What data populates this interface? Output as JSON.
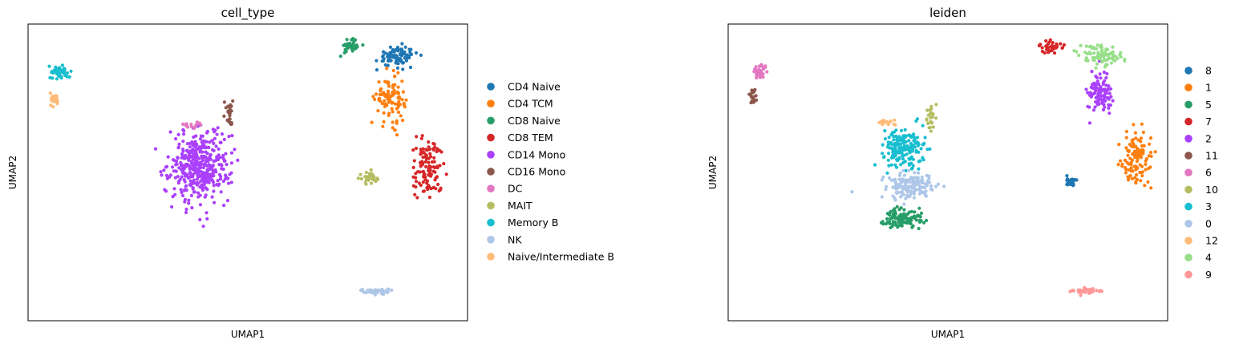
{
  "chart_data": [
    {
      "type": "scatter",
      "title": "cell_type",
      "xlabel": "UMAP1",
      "ylabel": "UMAP2",
      "grid": false,
      "ticks": false,
      "legend_position": "right",
      "xlim": [
        0,
        10
      ],
      "ylim": [
        0,
        6.5
      ],
      "legend": [
        {
          "name": "CD4 Naive",
          "color": "#1f77b4"
        },
        {
          "name": "CD4 TCM",
          "color": "#ff7f0e"
        },
        {
          "name": "CD8 Naive",
          "color": "#279e68"
        },
        {
          "name": "CD8 TEM",
          "color": "#d62728"
        },
        {
          "name": "CD14 Mono",
          "color": "#aa40fc"
        },
        {
          "name": "CD16 Mono",
          "color": "#8c564b"
        },
        {
          "name": "DC",
          "color": "#e377c2"
        },
        {
          "name": "MAIT",
          "color": "#b5bd61"
        },
        {
          "name": "Memory B",
          "color": "#17becf"
        },
        {
          "name": "NK",
          "color": "#aec7e8"
        },
        {
          "name": "Naive/Intermediate B",
          "color": "#ffbb78"
        }
      ],
      "clusters": [
        {
          "color": "#1f77b4",
          "n": 90,
          "cx": 8.4,
          "cy": 5.8,
          "sx": 0.42,
          "sy": 0.2
        },
        {
          "color": "#ff7f0e",
          "n": 100,
          "cx": 8.25,
          "cy": 4.85,
          "sx": 0.3,
          "sy": 0.45
        },
        {
          "color": "#279e68",
          "n": 40,
          "cx": 7.35,
          "cy": 6.0,
          "sx": 0.22,
          "sy": 0.13
        },
        {
          "color": "#d62728",
          "n": 110,
          "cx": 9.1,
          "cy": 3.35,
          "sx": 0.35,
          "sy": 0.58
        },
        {
          "color": "#aa40fc",
          "n": 420,
          "cx": 3.9,
          "cy": 3.4,
          "sx": 0.62,
          "sy": 0.72
        },
        {
          "color": "#8c564b",
          "n": 25,
          "cx": 4.6,
          "cy": 4.55,
          "sx": 0.08,
          "sy": 0.28
        },
        {
          "color": "#e377c2",
          "n": 14,
          "cx": 3.75,
          "cy": 4.3,
          "sx": 0.2,
          "sy": 0.06
        },
        {
          "color": "#b5bd61",
          "n": 30,
          "cx": 7.75,
          "cy": 3.1,
          "sx": 0.18,
          "sy": 0.14
        },
        {
          "color": "#17becf",
          "n": 45,
          "cx": 0.73,
          "cy": 5.45,
          "sx": 0.18,
          "sy": 0.14
        },
        {
          "color": "#aec7e8",
          "n": 40,
          "cx": 7.95,
          "cy": 0.65,
          "sx": 0.3,
          "sy": 0.06
        },
        {
          "color": "#ffbb78",
          "n": 22,
          "cx": 0.6,
          "cy": 4.85,
          "sx": 0.1,
          "sy": 0.16
        }
      ]
    },
    {
      "type": "scatter",
      "title": "leiden",
      "xlabel": "UMAP1",
      "ylabel": "UMAP2",
      "grid": false,
      "ticks": false,
      "legend_position": "right",
      "xlim": [
        0,
        10
      ],
      "ylim": [
        0,
        6.5
      ],
      "legend": [
        {
          "name": "8",
          "color": "#1f77b4"
        },
        {
          "name": "1",
          "color": "#ff7f0e"
        },
        {
          "name": "5",
          "color": "#279e68"
        },
        {
          "name": "7",
          "color": "#d62728"
        },
        {
          "name": "2",
          "color": "#aa40fc"
        },
        {
          "name": "11",
          "color": "#8c564b"
        },
        {
          "name": "6",
          "color": "#e377c2"
        },
        {
          "name": "10",
          "color": "#b5bd61"
        },
        {
          "name": "3",
          "color": "#17becf"
        },
        {
          "name": "0",
          "color": "#aec7e8"
        },
        {
          "name": "12",
          "color": "#ffbb78"
        },
        {
          "name": "4",
          "color": "#98df8a"
        },
        {
          "name": "9",
          "color": "#ff9896"
        }
      ],
      "clusters": [
        {
          "color": "#1f77b4",
          "n": 28,
          "cx": 7.8,
          "cy": 3.05,
          "sx": 0.14,
          "sy": 0.12
        },
        {
          "color": "#ff7f0e",
          "n": 110,
          "cx": 9.3,
          "cy": 3.5,
          "sx": 0.32,
          "sy": 0.55
        },
        {
          "color": "#279e68",
          "n": 120,
          "cx": 4.0,
          "cy": 2.25,
          "sx": 0.38,
          "sy": 0.2
        },
        {
          "color": "#d62728",
          "n": 40,
          "cx": 7.35,
          "cy": 6.0,
          "sx": 0.22,
          "sy": 0.13
        },
        {
          "color": "#aa40fc",
          "n": 100,
          "cx": 8.45,
          "cy": 4.95,
          "sx": 0.25,
          "sy": 0.42
        },
        {
          "color": "#8c564b",
          "n": 20,
          "cx": 0.55,
          "cy": 4.9,
          "sx": 0.08,
          "sy": 0.15
        },
        {
          "color": "#e377c2",
          "n": 40,
          "cx": 0.72,
          "cy": 5.45,
          "sx": 0.15,
          "sy": 0.16
        },
        {
          "color": "#b5bd61",
          "n": 25,
          "cx": 4.6,
          "cy": 4.45,
          "sx": 0.1,
          "sy": 0.27
        },
        {
          "color": "#17becf",
          "n": 170,
          "cx": 4.0,
          "cy": 3.8,
          "sx": 0.42,
          "sy": 0.35
        },
        {
          "color": "#aec7e8",
          "n": 150,
          "cx": 4.15,
          "cy": 2.95,
          "sx": 0.55,
          "sy": 0.25
        },
        {
          "color": "#ffbb78",
          "n": 14,
          "cx": 3.55,
          "cy": 4.35,
          "sx": 0.18,
          "sy": 0.07
        },
        {
          "color": "#98df8a",
          "n": 90,
          "cx": 8.45,
          "cy": 5.8,
          "sx": 0.42,
          "sy": 0.2
        },
        {
          "color": "#ff9896",
          "n": 40,
          "cx": 8.15,
          "cy": 0.65,
          "sx": 0.3,
          "sy": 0.06
        }
      ]
    }
  ]
}
